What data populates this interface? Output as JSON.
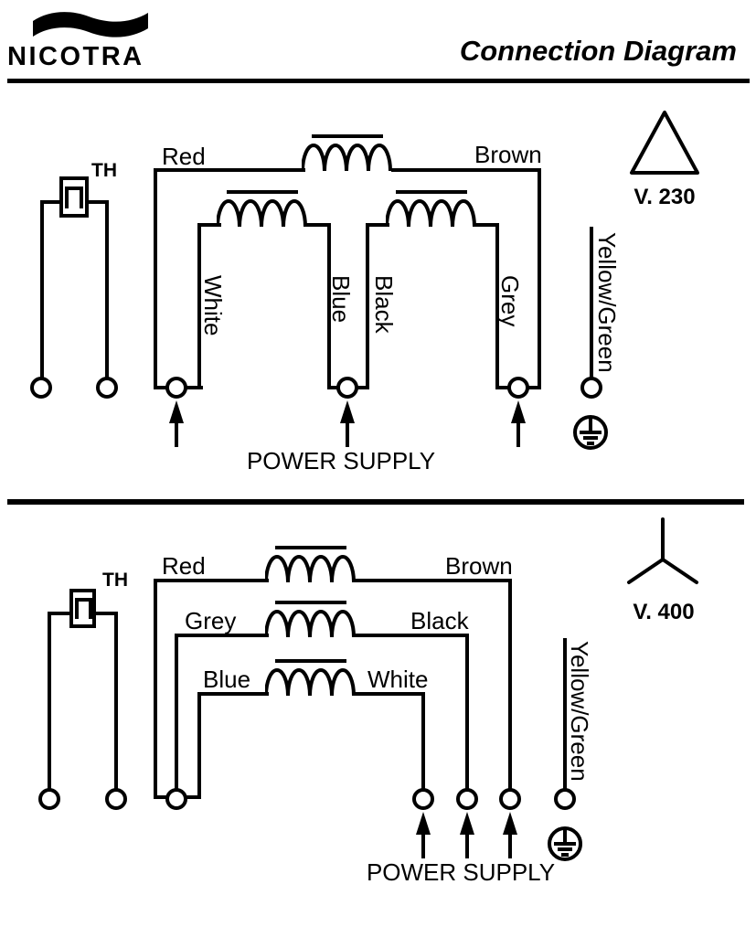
{
  "header": {
    "brand": "NICOTRA",
    "title": "Connection Diagram"
  },
  "delta": {
    "th": "TH",
    "voltage": "V. 230",
    "red": "Red",
    "brown": "Brown",
    "white": "White",
    "blue": "Blue",
    "black": "Black",
    "grey": "Grey",
    "earth": "Yellow/Green",
    "power": "POWER SUPPLY"
  },
  "star": {
    "th": "TH",
    "voltage": "V. 400",
    "red": "Red",
    "brown": "Brown",
    "grey": "Grey",
    "black": "Black",
    "blue": "Blue",
    "white": "White",
    "earth": "Yellow/Green",
    "power": "POWER SUPPLY"
  },
  "symbols": {
    "logo_icon": "wave-flag",
    "delta_icon": "triangle-outline",
    "star_icon": "y-shape",
    "earth_icon": "protective-earth-ground",
    "arrow_icon": "arrow-up",
    "coil_icon": "inductor-winding",
    "thermal_icon": "thermal-contact"
  },
  "colors": {
    "ink": "#000000",
    "paper": "#ffffff"
  }
}
